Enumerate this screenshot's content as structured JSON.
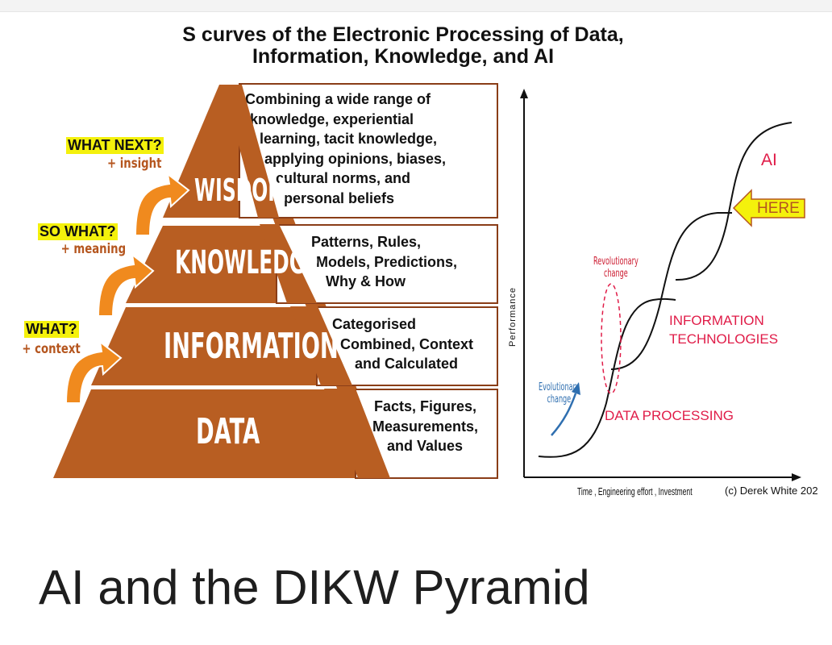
{
  "figure": {
    "title_line1": "S curves of the Electronic Processing of Data,",
    "title_line2": "Information, Knowledge, and AI"
  },
  "pyramid": {
    "color": "#b85e22",
    "border_color": "#8a3d17",
    "tiers": [
      {
        "label": "WISDOM",
        "desc": [
          "Combining a wide range of",
          "knowledge, experiential",
          "learning, tacit knowledge,",
          "applying opinions, biases,",
          "cultural norms, and",
          "personal beliefs"
        ]
      },
      {
        "label": "KNOWLEDGE",
        "desc": [
          "Patterns, Rules,",
          "Models, Predictions,",
          "Why & How"
        ]
      },
      {
        "label": "INFORMATION",
        "desc": [
          "Categorised",
          "Combined, Context",
          "and Calculated"
        ]
      },
      {
        "label": "DATA",
        "desc": [
          "Facts, Figures,",
          "Measurements,",
          "and Values"
        ]
      }
    ],
    "questions": [
      {
        "question": "WHAT NEXT?",
        "plus": "+ insight"
      },
      {
        "question": "SO WHAT?",
        "plus": "+ meaning"
      },
      {
        "question": "WHAT?",
        "plus": "+ context"
      }
    ],
    "arrow_color": "#f08a1e",
    "highlight_color": "#f4f10c"
  },
  "s_curves": {
    "y_axis_label": "Performance",
    "x_axis_label": "Time , Engineering effort , Investment",
    "copyright": "(c) Derek White 202",
    "curves": [
      {
        "name": "DATA PROCESSING"
      },
      {
        "name_line1": "INFORMATION",
        "name_line2": "TECHNOLOGIES"
      },
      {
        "name": "AI"
      }
    ],
    "here_label": "HERE",
    "revolutionary_line1": "Revolutionary",
    "revolutionary_line2": "change",
    "evolutionary_line1": "Evolutionary",
    "evolutionary_line2": "change",
    "label_color": "#e01c48"
  },
  "headline": "AI and the DIKW Pyramid"
}
